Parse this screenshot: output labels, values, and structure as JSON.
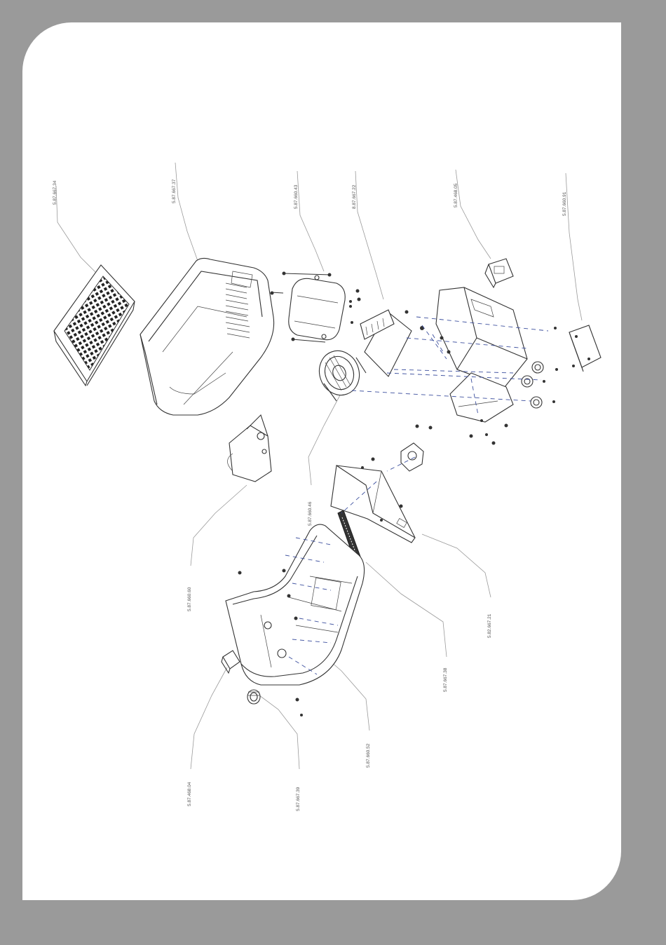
{
  "diagram": {
    "part_numbers": [
      "5.87.667.34",
      "5.87.667.37",
      "5.87.660.43",
      "8.87.667.22",
      "5.87.468.05",
      "5.87.660.91",
      "5.87.660.46",
      "5.87.660.60",
      "5.82.667.21",
      "5.87.667.38",
      "5.87.660.52",
      "5.87.468.04",
      "5.87.667.39"
    ]
  }
}
